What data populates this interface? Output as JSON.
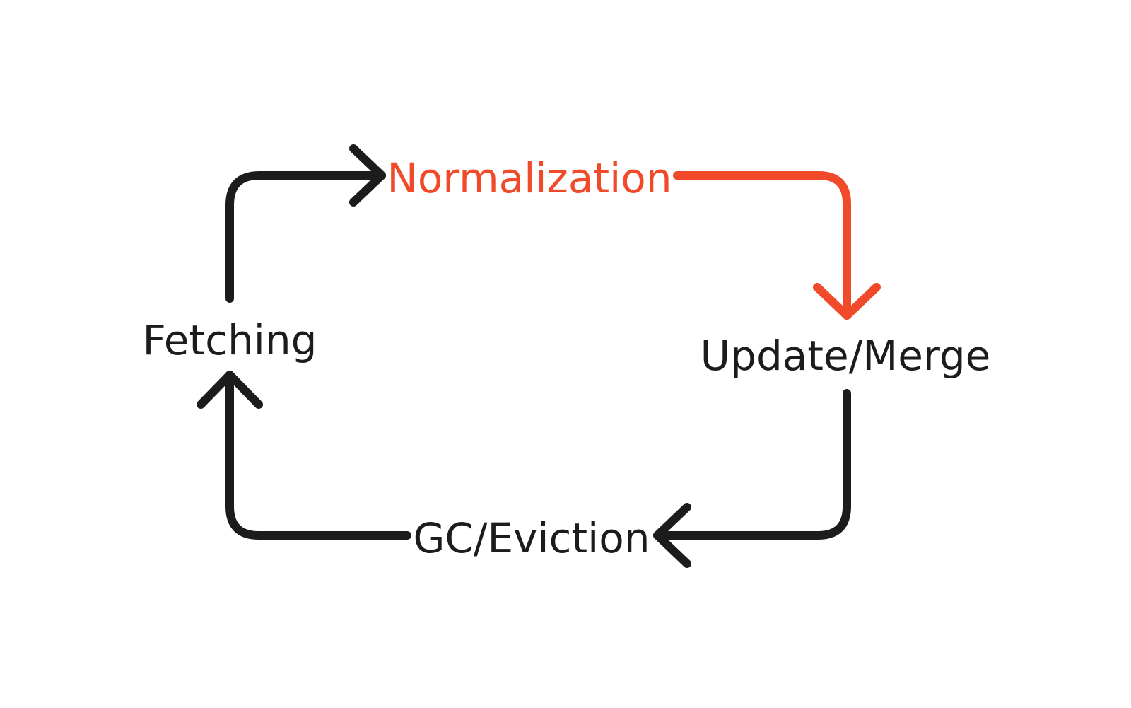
{
  "colors": {
    "highlight": "#F04A2A",
    "default": "#1C1C1C",
    "background": "#FFFFFF"
  },
  "stages": {
    "fetching": {
      "label": "Fetching",
      "highlighted": false
    },
    "normalization": {
      "label": "Normalization",
      "highlighted": true
    },
    "update_merge": {
      "label": "Update/Merge",
      "highlighted": false
    },
    "gc_eviction": {
      "label": "GC/Eviction",
      "highlighted": false
    }
  },
  "arrows": [
    {
      "from": "fetching",
      "to": "normalization",
      "highlighted": false
    },
    {
      "from": "normalization",
      "to": "update_merge",
      "highlighted": true
    },
    {
      "from": "update_merge",
      "to": "gc_eviction",
      "highlighted": false
    },
    {
      "from": "gc_eviction",
      "to": "fetching",
      "highlighted": false
    }
  ]
}
